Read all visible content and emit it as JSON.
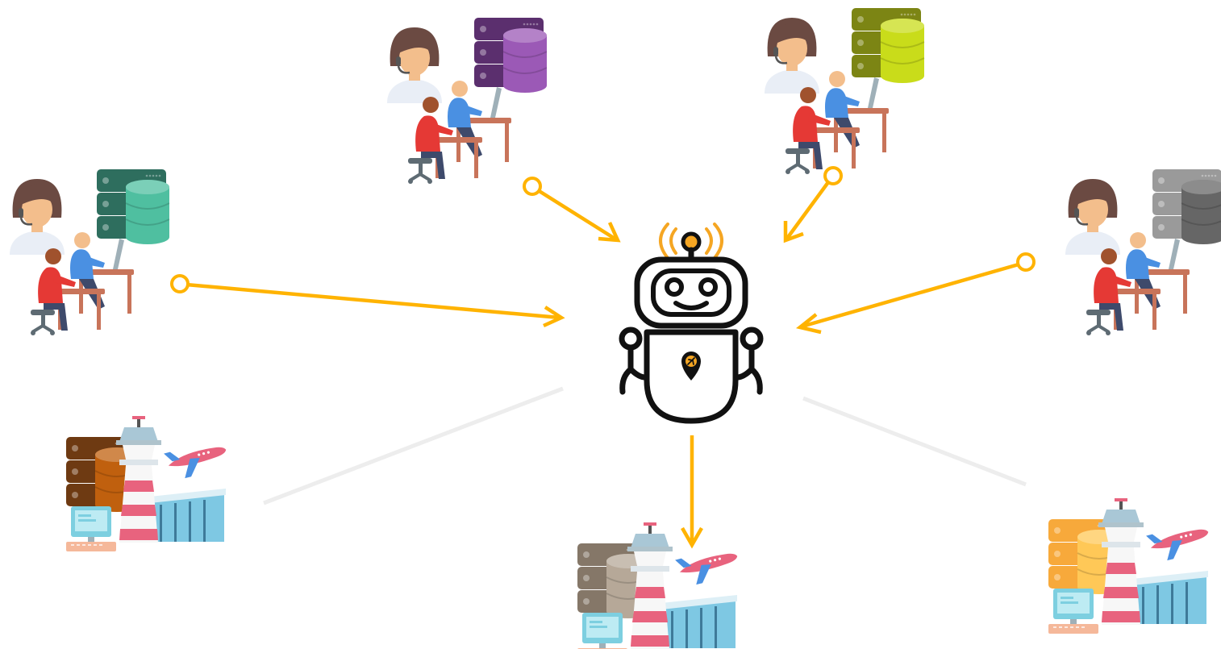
{
  "colors": {
    "arrow": "#FFB300",
    "faded_line": "#EDEDED",
    "robot_line": "#111111",
    "robot_signal": "#F5A623",
    "skin": "#F3BE8C",
    "hair": "#6B4A42",
    "headset": "#555555",
    "shirt_blue": "#4A90E2",
    "shirt_red": "#E53935",
    "pants": "#3E4A6B",
    "desk": "#C8745A",
    "chair": "#5E6B73",
    "monitor_screen": "#8FD3E8",
    "tower_pink": "#E8637E",
    "tower_white": "#F7F7F7",
    "terminal_glass": "#7EC8E3",
    "plane": "#E8637E"
  },
  "diagram": {
    "nodes": [
      {
        "id": "callcenter-left",
        "kind": "callcenter",
        "db_color": "#4FBFA0",
        "db_dark": "#2E6E5E"
      },
      {
        "id": "callcenter-top-left",
        "kind": "callcenter",
        "db_color": "#9B59B6",
        "db_dark": "#5B2F6E"
      },
      {
        "id": "callcenter-top-right",
        "kind": "callcenter",
        "db_color": "#C9DC1A",
        "db_dark": "#7C8514"
      },
      {
        "id": "callcenter-right",
        "kind": "callcenter",
        "db_color": "#666666",
        "db_dark": "#9A9A9A"
      },
      {
        "id": "airport-left",
        "kind": "airport",
        "db_color": "#C0600E",
        "db_dark": "#6E3A12"
      },
      {
        "id": "airport-bottom",
        "kind": "airport",
        "db_color": "#B6A898",
        "db_dark": "#857768"
      },
      {
        "id": "airport-right",
        "kind": "airport",
        "db_color": "#FFC857",
        "db_dark": "#F7A93B"
      }
    ],
    "hub": {
      "id": "robot-hub",
      "icon": "robot-icon",
      "badge_icon": "location-plane-icon"
    },
    "edges": [
      {
        "from": "callcenter-left",
        "to": "robot-hub",
        "style": "arrow"
      },
      {
        "from": "callcenter-top-left",
        "to": "robot-hub",
        "style": "arrow"
      },
      {
        "from": "callcenter-top-right",
        "to": "robot-hub",
        "style": "arrow"
      },
      {
        "from": "callcenter-right",
        "to": "robot-hub",
        "style": "arrow"
      },
      {
        "from": "robot-hub",
        "to": "airport-bottom",
        "style": "arrow"
      },
      {
        "from": "airport-left",
        "to": "robot-hub",
        "style": "faded"
      },
      {
        "from": "airport-right",
        "to": "robot-hub",
        "style": "faded"
      }
    ]
  }
}
